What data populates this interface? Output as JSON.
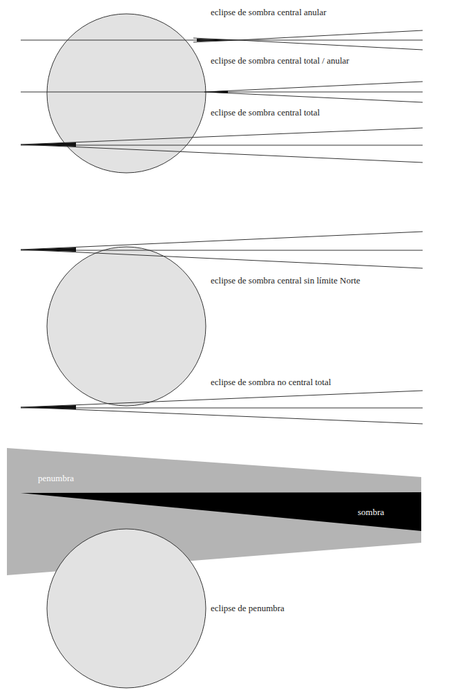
{
  "diagram": {
    "nodes": [
      {
        "text": [
          "penumbra"
        ]
      },
      {
        "text": [
          "sombra"
        ],
        "in": 0
      }
    ],
    "labels": [
      "eclipse de sombra central anular",
      "eclipse de sombra central total / anular",
      "eclipse de sombra central total",
      "eclipse de sombra central sin límite Norte",
      "eclipse de sombra no central total",
      "eclipse de penumbra"
    ]
  }
}
